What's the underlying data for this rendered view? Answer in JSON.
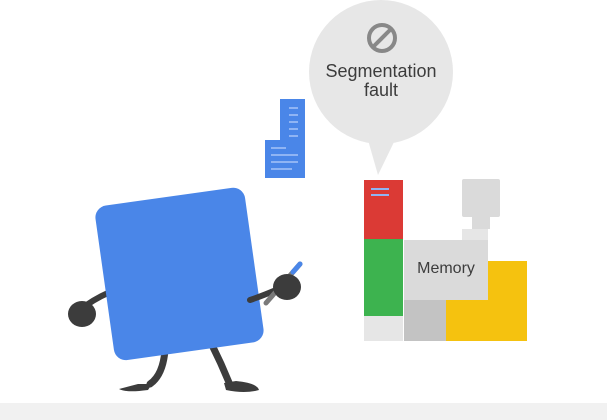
{
  "bubble": {
    "line1": "Segmentation",
    "line2": "fault",
    "icon": "no-entry-icon"
  },
  "memory": {
    "label": "Memory"
  },
  "colors": {
    "blue": "#4a86e8",
    "red": "#db3a35",
    "green": "#3db34f",
    "yellow": "#f5c20f",
    "gray": "#dadada",
    "darkgray": "#c3c3c3",
    "charcoal": "#3c3c3c",
    "bubble": "#e7e7e7"
  }
}
